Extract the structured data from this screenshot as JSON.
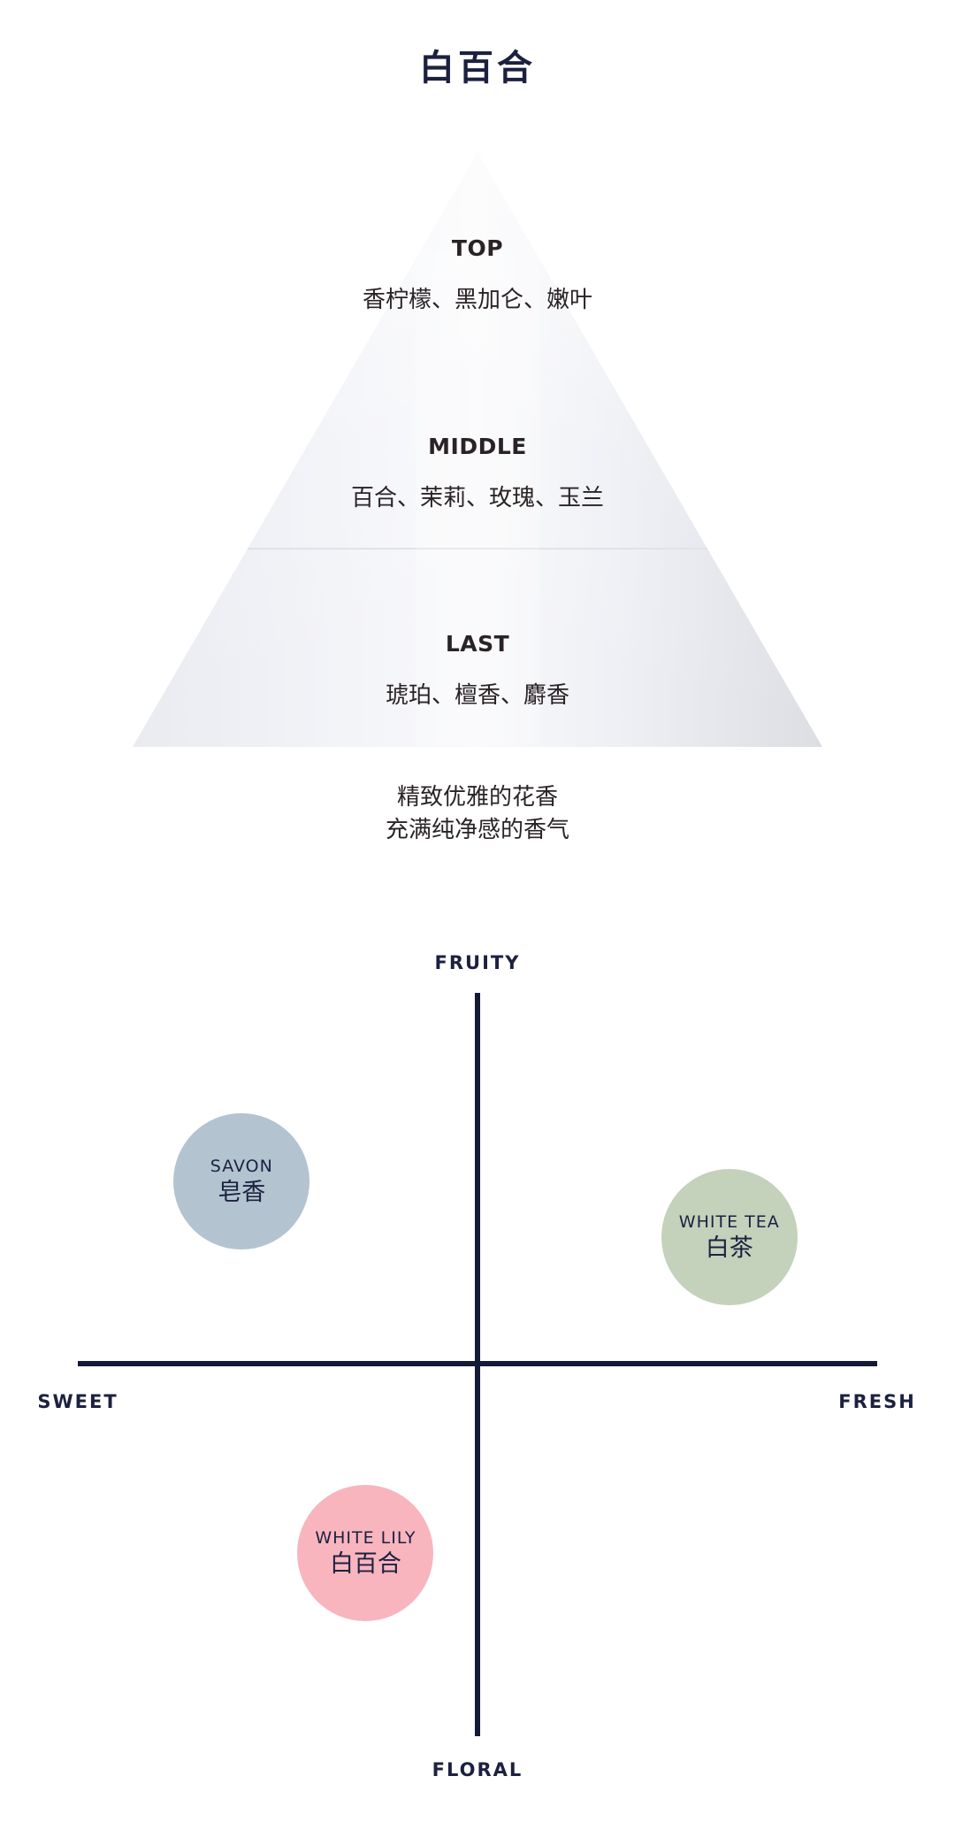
{
  "title": "白百合",
  "pyramid": {
    "notes": [
      {
        "label": "TOP",
        "ingredients": "香柠檬、黑加仑、嫩叶"
      },
      {
        "label": "MIDDLE",
        "ingredients": "百合、茉莉、玫瑰、玉兰"
      },
      {
        "label": "LAST",
        "ingredients": "琥珀、檀香、麝香"
      }
    ]
  },
  "description": {
    "line1": "精致优雅的花香",
    "line2": "充满纯净感的香气"
  },
  "chart_data": {
    "type": "scatter",
    "axes": {
      "top": "FRUITY",
      "bottom": "FLORAL",
      "left": "SWEET",
      "right": "FRESH"
    },
    "xlim": [
      -1,
      1
    ],
    "ylim": [
      -1,
      1
    ],
    "points": [
      {
        "name_en": "SAVON",
        "name_cn": "皂香",
        "x": -0.59,
        "y": 0.49,
        "color": "#b3c3d0"
      },
      {
        "name_en": "WHITE TEA",
        "name_cn": "白茶",
        "x": 0.63,
        "y": 0.34,
        "color": "#c4d1bb"
      },
      {
        "name_en": "WHITE LILY",
        "name_cn": "白百合",
        "x": -0.28,
        "y": -0.51,
        "color": "#f8b5be"
      }
    ]
  }
}
